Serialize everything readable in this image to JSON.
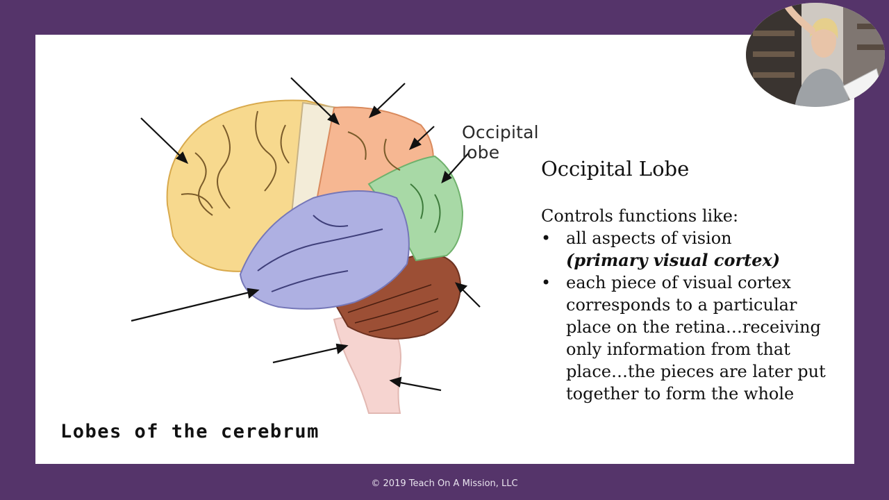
{
  "slide": {
    "diagram_label": "Occipital lobe",
    "caption": "Lobes of the cerebrum",
    "heading": "Occipital Lobe",
    "intro": "Controls functions like:",
    "bullets": [
      {
        "text": "all aspects of vision",
        "emphasis": "(primary visual cortex)"
      },
      {
        "text": "each piece of visual cortex corresponds to a particular place on the retina…receiving only information from that place…the pieces are later put together to form the whole"
      }
    ]
  },
  "footer": {
    "copyright": "© 2019 Teach On A Mission, LLC"
  },
  "colors": {
    "frame": "#55346a",
    "frontal": "#f7d98e",
    "parietal": "#f6b792",
    "occipital": "#a8d9a6",
    "temporal": "#aeb0e2",
    "cerebellum": "#9c4f35",
    "brainstem": "#f6d4d0"
  }
}
